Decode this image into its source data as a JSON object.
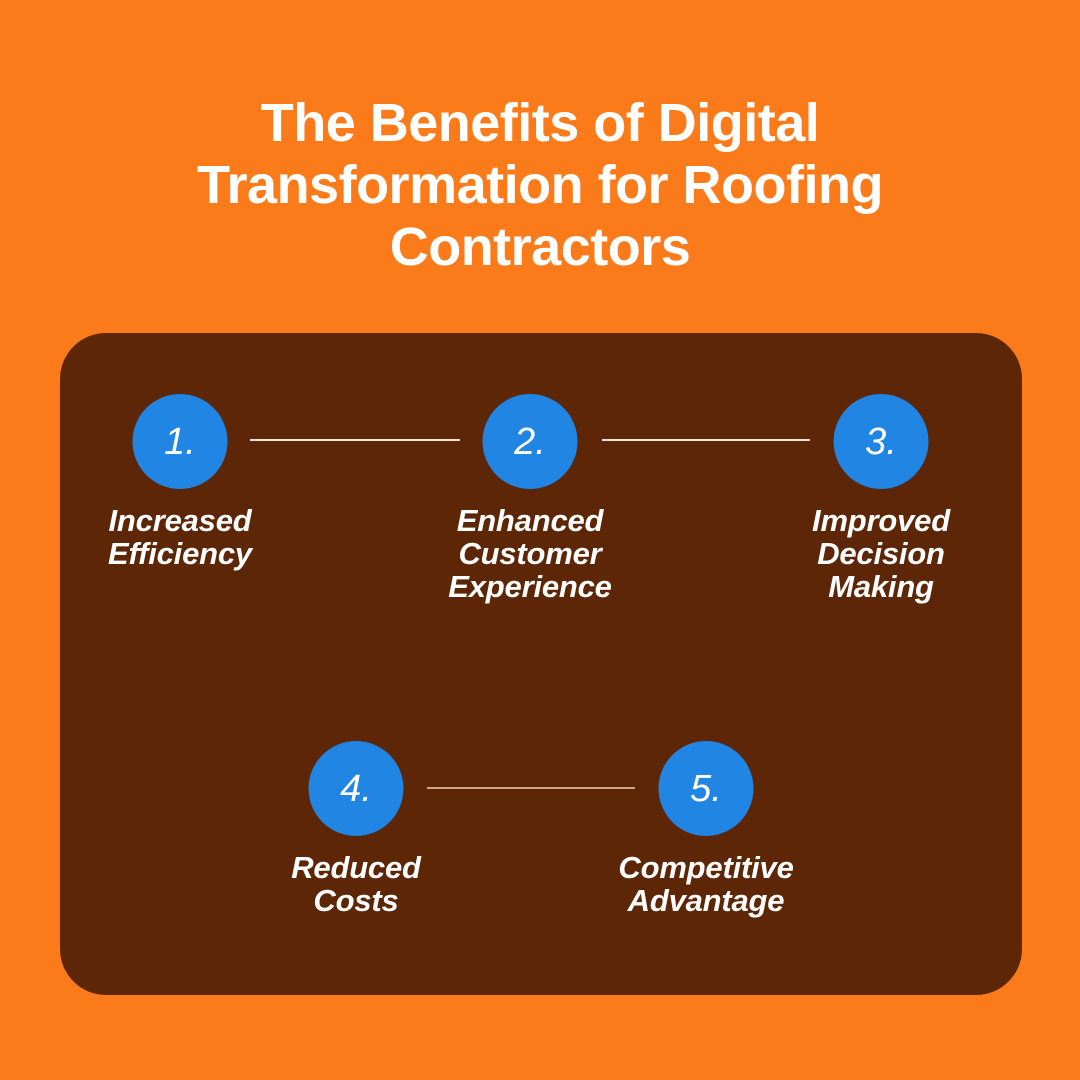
{
  "theme": {
    "background_color": "#FB7B1A",
    "card_color": "#5C2607",
    "accent_color": "#2185E3",
    "text_color": "#FFFFFF",
    "connector_color": "#F2E4D8"
  },
  "title": {
    "full": "The Benefits of Digital Transformation for Roofing Contractors",
    "lines": [
      "The Benefits of Digital",
      "Transformation for Roofing",
      "Contractors"
    ]
  },
  "benefits": [
    {
      "number": "1.",
      "label": "Increased\nEfficiency"
    },
    {
      "number": "2.",
      "label": "Enhanced\nCustomer\nExperience"
    },
    {
      "number": "3.",
      "label": "Improved\nDecision\nMaking"
    },
    {
      "number": "4.",
      "label": "Reduced\nCosts"
    },
    {
      "number": "5.",
      "label": "Competitive\nAdvantage"
    }
  ]
}
